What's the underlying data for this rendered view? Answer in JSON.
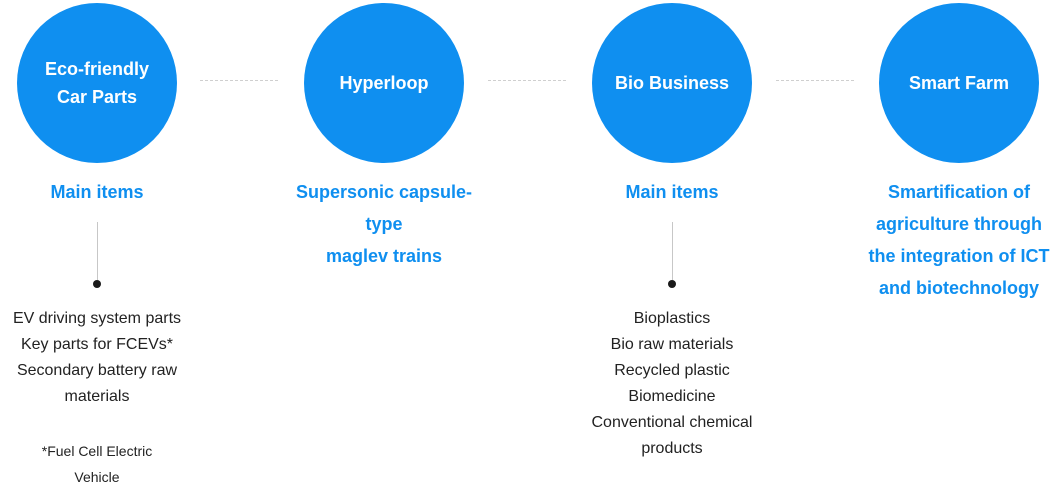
{
  "colors": {
    "accent": "#0f8ff0",
    "text": "#222222",
    "connector": "#cfcfcf"
  },
  "columns": [
    {
      "circle_label": "Eco-friendly\nCar Parts",
      "subtitle": "Main items",
      "items": [
        "EV driving system parts",
        "Key parts for FCEVs*",
        "Secondary battery raw",
        "materials"
      ],
      "footnote": "*Fuel Cell Electric\nVehicle"
    },
    {
      "circle_label": "Hyperloop",
      "subtitle": "Supersonic capsule-\ntype\nmaglev trains"
    },
    {
      "circle_label": "Bio Business",
      "subtitle": "Main items",
      "items": [
        "Bioplastics",
        "Bio raw materials",
        "Recycled plastic",
        "Biomedicine",
        "Conventional chemical",
        "products"
      ]
    },
    {
      "circle_label": "Smart Farm",
      "subtitle": "Smartification of\nagriculture through\nthe integration of ICT\nand biotechnology"
    }
  ]
}
